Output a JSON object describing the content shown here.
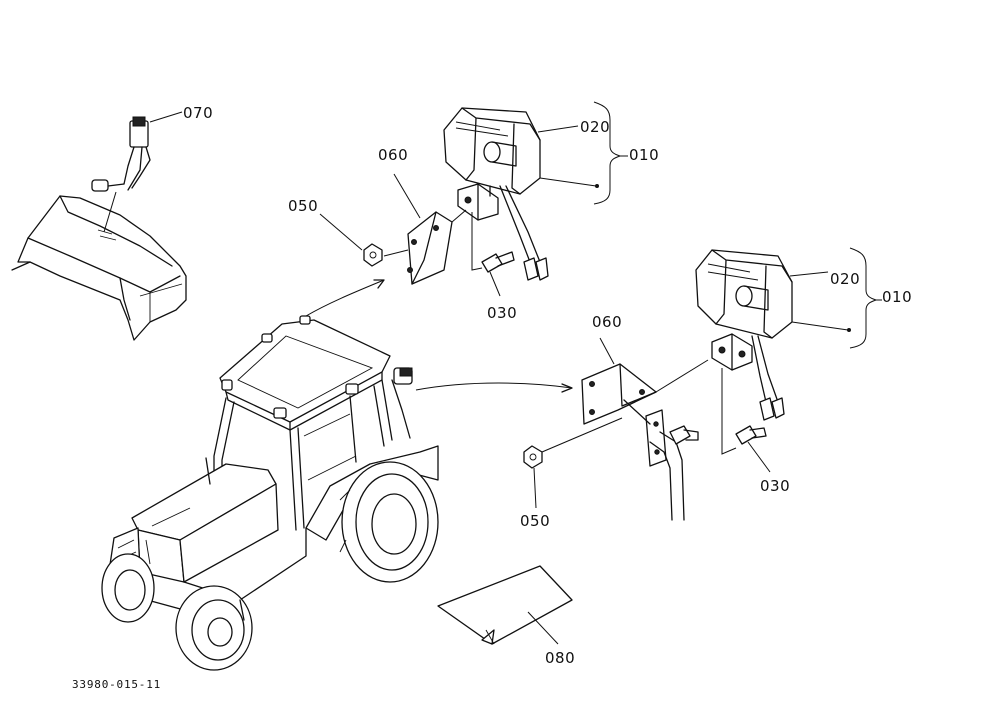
{
  "drawing_number": "33980-015-11",
  "labels": {
    "switch": "070",
    "lamp_a_lens": "020",
    "lamp_a_assy": "010",
    "bracket_a": "060",
    "nut_a": "050",
    "bolt_a": "030",
    "lamp_b_lens": "020",
    "lamp_b_assy": "010",
    "bracket_b": "060",
    "nut_b": "050",
    "bolt_b": "030",
    "label_sheet": "080"
  }
}
